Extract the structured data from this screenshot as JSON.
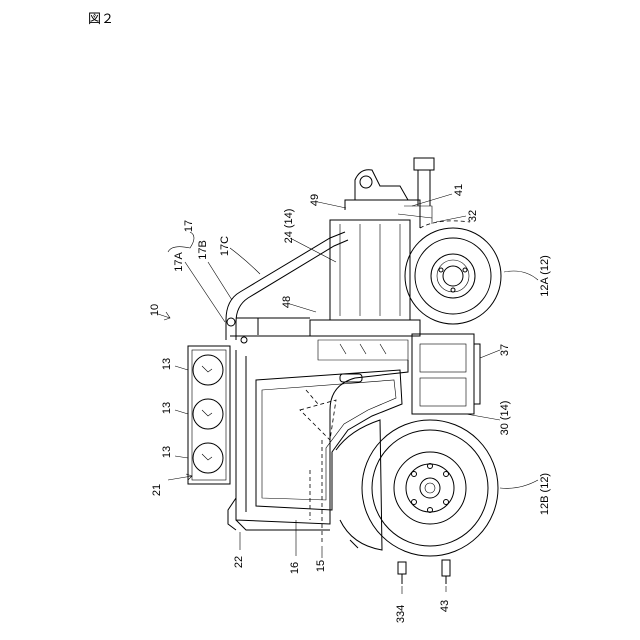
{
  "figure": {
    "label": "図２"
  },
  "callouts": {
    "c10": "10",
    "c13a": "13",
    "c13b": "13",
    "c13c": "13",
    "c21": "21",
    "c17": "17",
    "c17a": "17A",
    "c17b": "17B",
    "c17c": "17C",
    "c24": "24 (14)",
    "c49": "49",
    "c41": "41",
    "c32": "32",
    "c12a": "12A (12)",
    "c48": "48",
    "c37": "37",
    "c30": "30 (14)",
    "c12b": "12B (12)",
    "c22": "22",
    "c16": "16",
    "c15": "15",
    "c334": "334",
    "c43": "43"
  }
}
